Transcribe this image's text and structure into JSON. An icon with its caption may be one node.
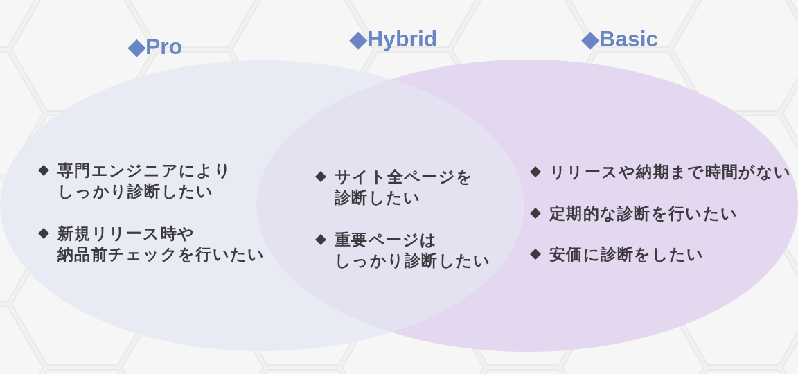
{
  "diagram": {
    "nodes": [
      {
        "text": [
          "◆Pro",
          "専門エンジニアによりしっかり診断したい",
          "新規リリース時や納品前チェックを行いたい"
        ]
      },
      {
        "text": [
          "◆Hybrid",
          "サイト全ページを診断したい",
          "重要ページはしっかり診断したい"
        ]
      },
      {
        "text": [
          "◆Basic",
          "リリースや納期まで時間がない",
          "定期的な診断を行いたい",
          "安価に診断をしたい"
        ]
      }
    ]
  }
}
